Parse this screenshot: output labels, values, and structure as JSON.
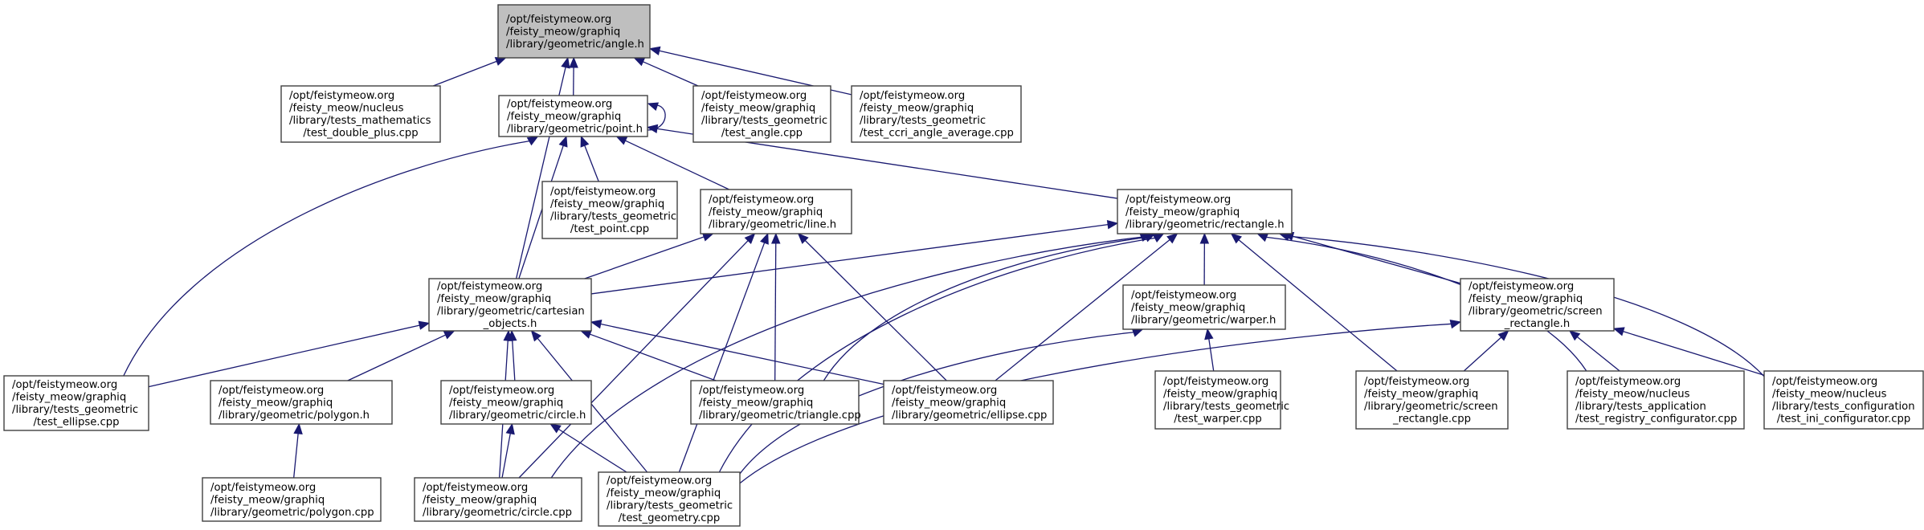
{
  "title": "Include dependency graph for angle.h",
  "colors": {
    "edge": "#191970",
    "root_fill": "#bfbfbf",
    "node_fill": "#ffffff",
    "border": "#404040"
  },
  "nodes": [
    {
      "id": "angle_h",
      "root": true,
      "lines": [
        "/opt/feistymeow.org",
        "/feisty_meow/graphiq",
        "/library/geometric/angle.h"
      ],
      "align": "left"
    },
    {
      "id": "test_double_plus",
      "lines": [
        "/opt/feistymeow.org",
        "/feisty_meow/nucleus",
        "/library/tests_mathematics",
        "/test_double_plus.cpp"
      ],
      "align": "left-last-center"
    },
    {
      "id": "point_h",
      "lines": [
        "/opt/feistymeow.org",
        "/feisty_meow/graphiq",
        "/library/geometric/point.h"
      ],
      "align": "left"
    },
    {
      "id": "test_angle",
      "lines": [
        "/opt/feistymeow.org",
        "/feisty_meow/graphiq",
        "/library/tests_geometric",
        "/test_angle.cpp"
      ],
      "align": "left-last-center"
    },
    {
      "id": "test_ccri",
      "lines": [
        "/opt/feistymeow.org",
        "/feisty_meow/graphiq",
        "/library/tests_geometric",
        "/test_ccri_angle_average.cpp"
      ],
      "align": "left"
    },
    {
      "id": "test_point",
      "lines": [
        "/opt/feistymeow.org",
        "/feisty_meow/graphiq",
        "/library/tests_geometric",
        "/test_point.cpp"
      ],
      "align": "left-last-center"
    },
    {
      "id": "line_h",
      "lines": [
        "/opt/feistymeow.org",
        "/feisty_meow/graphiq",
        "/library/geometric/line.h"
      ],
      "align": "left"
    },
    {
      "id": "rectangle_h",
      "lines": [
        "/opt/feistymeow.org",
        "/feisty_meow/graphiq",
        "/library/geometric/rectangle.h"
      ],
      "align": "left"
    },
    {
      "id": "cartesian_h",
      "lines": [
        "/opt/feistymeow.org",
        "/feisty_meow/graphiq",
        "/library/geometric/cartesian",
        "_objects.h"
      ],
      "align": "left-last-center"
    },
    {
      "id": "warper_h",
      "lines": [
        "/opt/feistymeow.org",
        "/feisty_meow/graphiq",
        "/library/geometric/warper.h"
      ],
      "align": "left"
    },
    {
      "id": "screen_rectangle_h",
      "lines": [
        "/opt/feistymeow.org",
        "/feisty_meow/graphiq",
        "/library/geometric/screen",
        "_rectangle.h"
      ],
      "align": "left-last-center"
    },
    {
      "id": "test_ellipse",
      "lines": [
        "/opt/feistymeow.org",
        "/feisty_meow/graphiq",
        "/library/tests_geometric",
        "/test_ellipse.cpp"
      ],
      "align": "left-last-center"
    },
    {
      "id": "polygon_h",
      "lines": [
        "/opt/feistymeow.org",
        "/feisty_meow/graphiq",
        "/library/geometric/polygon.h"
      ],
      "align": "left"
    },
    {
      "id": "circle_h",
      "lines": [
        "/opt/feistymeow.org",
        "/feisty_meow/graphiq",
        "/library/geometric/circle.h"
      ],
      "align": "left"
    },
    {
      "id": "triangle_cpp",
      "lines": [
        "/opt/feistymeow.org",
        "/feisty_meow/graphiq",
        "/library/geometric/triangle.cpp"
      ],
      "align": "left"
    },
    {
      "id": "ellipse_cpp",
      "lines": [
        "/opt/feistymeow.org",
        "/feisty_meow/graphiq",
        "/library/geometric/ellipse.cpp"
      ],
      "align": "left"
    },
    {
      "id": "test_warper",
      "lines": [
        "/opt/feistymeow.org",
        "/feisty_meow/graphiq",
        "/library/tests_geometric",
        "/test_warper.cpp"
      ],
      "align": "left-last-center"
    },
    {
      "id": "screen_rectangle_cpp",
      "lines": [
        "/opt/feistymeow.org",
        "/feisty_meow/graphiq",
        "/library/geometric/screen",
        "_rectangle.cpp"
      ],
      "align": "left-last-center"
    },
    {
      "id": "test_registry",
      "lines": [
        "/opt/feistymeow.org",
        "/feisty_meow/nucleus",
        "/library/tests_application",
        "/test_registry_configurator.cpp"
      ],
      "align": "left"
    },
    {
      "id": "test_ini",
      "lines": [
        "/opt/feistymeow.org",
        "/feisty_meow/nucleus",
        "/library/tests_configuration",
        "/test_ini_configurator.cpp"
      ],
      "align": "left-last-center"
    },
    {
      "id": "polygon_cpp",
      "lines": [
        "/opt/feistymeow.org",
        "/feisty_meow/graphiq",
        "/library/geometric/polygon.cpp"
      ],
      "align": "left"
    },
    {
      "id": "circle_cpp",
      "lines": [
        "/opt/feistymeow.org",
        "/feisty_meow/graphiq",
        "/library/geometric/circle.cpp"
      ],
      "align": "left"
    },
    {
      "id": "test_geometry",
      "lines": [
        "/opt/feistymeow.org",
        "/feisty_meow/graphiq",
        "/library/tests_geometric",
        "/test_geometry.cpp"
      ],
      "align": "left-last-center"
    }
  ],
  "edges": [
    {
      "from": "test_double_plus",
      "to": "angle_h"
    },
    {
      "from": "point_h",
      "to": "angle_h"
    },
    {
      "from": "test_angle",
      "to": "angle_h"
    },
    {
      "from": "test_ccri",
      "to": "angle_h"
    },
    {
      "from": "cartesian_h",
      "to": "angle_h"
    },
    {
      "from": "point_h",
      "to": "point_h"
    },
    {
      "from": "test_point",
      "to": "point_h"
    },
    {
      "from": "line_h",
      "to": "point_h"
    },
    {
      "from": "rectangle_h",
      "to": "point_h"
    },
    {
      "from": "cartesian_h",
      "to": "point_h"
    },
    {
      "from": "test_ellipse",
      "to": "point_h"
    },
    {
      "from": "cartesian_h",
      "to": "line_h"
    },
    {
      "from": "triangle_cpp",
      "to": "line_h"
    },
    {
      "from": "ellipse_cpp",
      "to": "line_h"
    },
    {
      "from": "test_geometry",
      "to": "line_h"
    },
    {
      "from": "circle_cpp",
      "to": "line_h"
    },
    {
      "from": "cartesian_h",
      "to": "rectangle_h"
    },
    {
      "from": "warper_h",
      "to": "rectangle_h"
    },
    {
      "from": "screen_rectangle_h",
      "to": "rectangle_h"
    },
    {
      "from": "triangle_cpp",
      "to": "rectangle_h"
    },
    {
      "from": "ellipse_cpp",
      "to": "rectangle_h"
    },
    {
      "from": "circle_cpp",
      "to": "rectangle_h"
    },
    {
      "from": "test_geometry",
      "to": "rectangle_h"
    },
    {
      "from": "screen_rectangle_cpp",
      "to": "rectangle_h"
    },
    {
      "from": "test_registry",
      "to": "rectangle_h"
    },
    {
      "from": "test_ini",
      "to": "rectangle_h"
    },
    {
      "from": "test_ellipse",
      "to": "cartesian_h"
    },
    {
      "from": "polygon_h",
      "to": "cartesian_h"
    },
    {
      "from": "circle_h",
      "to": "cartesian_h"
    },
    {
      "from": "circle_cpp",
      "to": "cartesian_h"
    },
    {
      "from": "test_geometry",
      "to": "cartesian_h"
    },
    {
      "from": "triangle_cpp",
      "to": "cartesian_h"
    },
    {
      "from": "ellipse_cpp",
      "to": "cartesian_h"
    },
    {
      "from": "test_warper",
      "to": "warper_h"
    },
    {
      "from": "test_geometry",
      "to": "warper_h"
    },
    {
      "from": "screen_rectangle_cpp",
      "to": "screen_rectangle_h"
    },
    {
      "from": "test_geometry",
      "to": "screen_rectangle_h"
    },
    {
      "from": "test_registry",
      "to": "screen_rectangle_h"
    },
    {
      "from": "test_ini",
      "to": "screen_rectangle_h"
    },
    {
      "from": "polygon_cpp",
      "to": "polygon_h"
    },
    {
      "from": "circle_cpp",
      "to": "circle_h"
    },
    {
      "from": "test_geometry",
      "to": "circle_h"
    }
  ]
}
